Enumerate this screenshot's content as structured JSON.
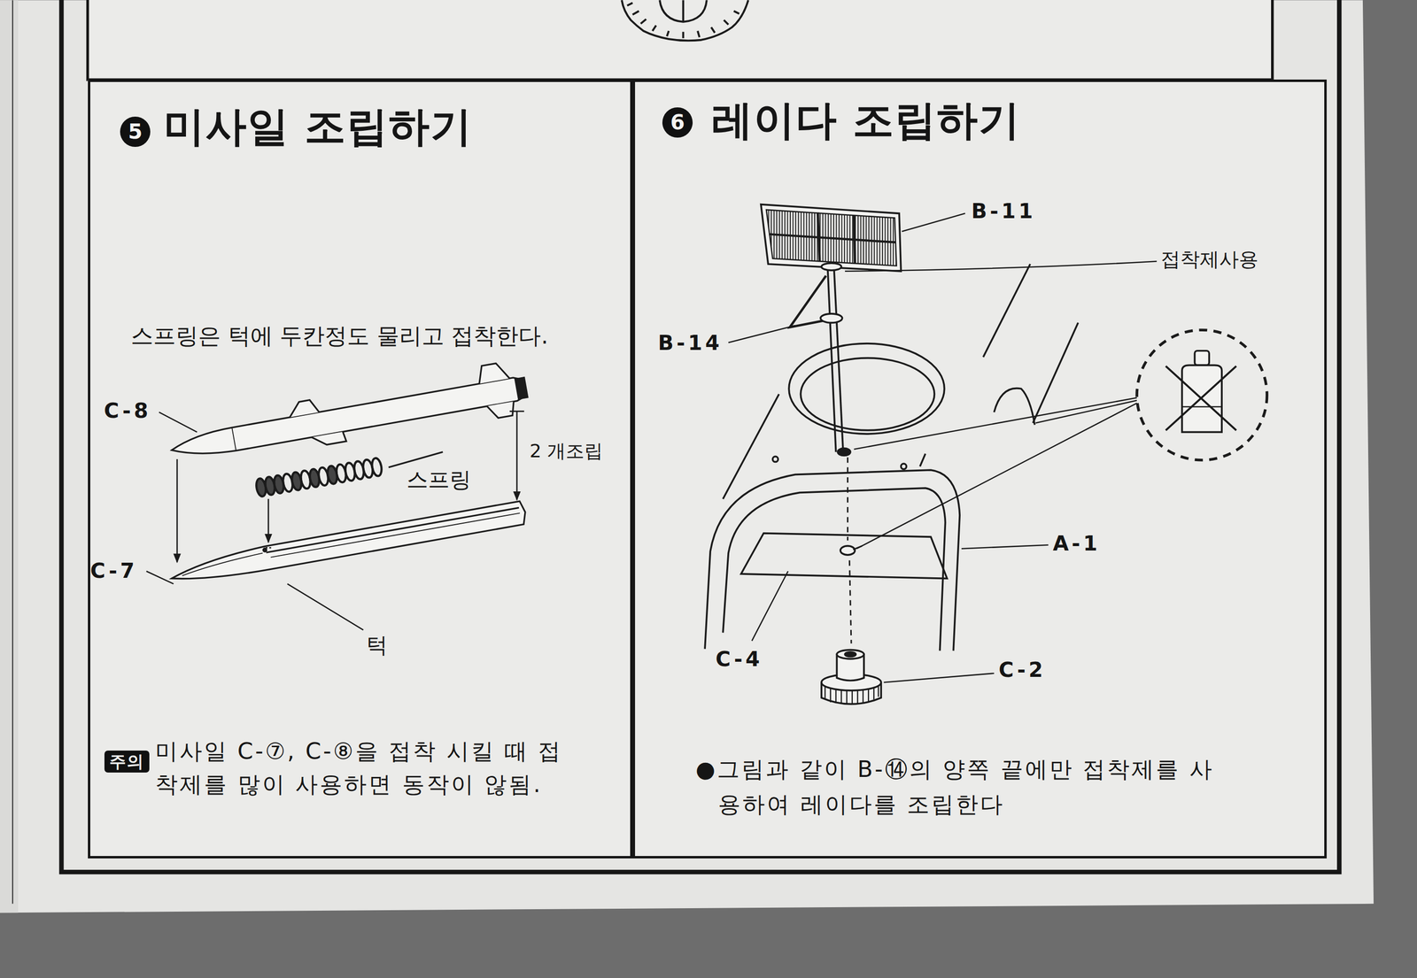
{
  "diagram": {
    "nodes": [
      {
        "text": [
          "미사일 조립하기"
        ]
      },
      {
        "text": [
          "5"
        ],
        "in": 0
      },
      {
        "text": [
          "주의"
        ],
        "in": 0
      },
      {
        "text": [
          "레이다 조립하기"
        ]
      },
      {
        "text": [
          "6"
        ],
        "in": 3
      }
    ],
    "labels": [
      "스프링은 턱에 두칸정도 물리고 접착한다.",
      "C-8",
      "2 개조립",
      "스프링",
      "C-7",
      "턱",
      "미사일 C-⑦, C-⑧을 접착 시킬 때 접착제를 많이 사용하면 동작이 않됨.",
      "B-11",
      "접착제사용",
      "B-14",
      "A-1",
      "C-4",
      "C-2",
      "●그림과 같이 B-⑭의 양쪽 끝에만 접착제를 사용하여 레이다를 조립한다"
    ]
  }
}
